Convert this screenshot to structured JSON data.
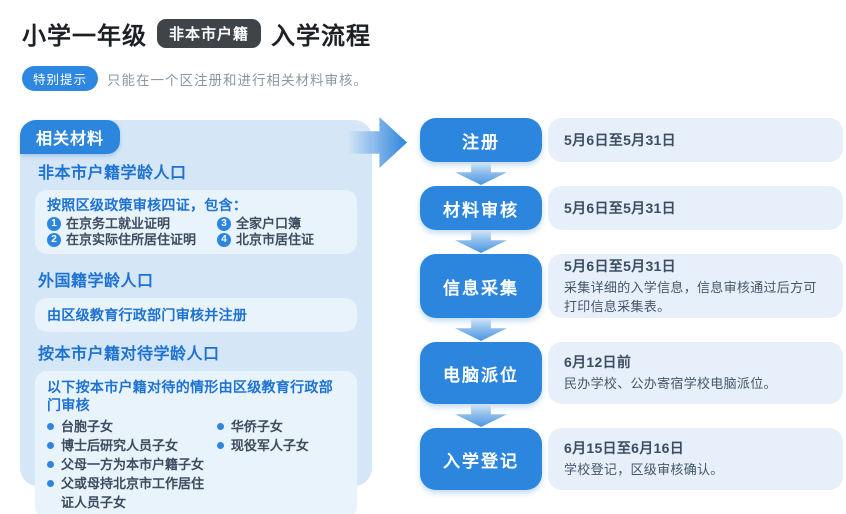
{
  "header": {
    "title_left": "小学一年级",
    "badge": "非本市户籍",
    "title_right": "入学流程",
    "tip_badge": "特别提示",
    "tip_text": "只能在一个区注册和进行相关材料审核。"
  },
  "panel": {
    "tab": "相关材料",
    "section1": {
      "heading": "非本市户籍学龄人口",
      "box_title": "按照区级政策审核四证，包含：",
      "items": [
        {
          "num": "1",
          "text": "在京务工就业证明"
        },
        {
          "num": "3",
          "text": "全家户口簿"
        },
        {
          "num": "2",
          "text": "在京实际住所居住证明"
        },
        {
          "num": "4",
          "text": "北京市居住证"
        }
      ]
    },
    "section2": {
      "heading": "外国籍学龄人口",
      "box_title": "由区级教育行政部门审核并注册"
    },
    "section3": {
      "heading": "按本市户籍对待学龄人口",
      "box_title": "以下按本市户籍对待的情形由区级教育行政部门审核",
      "bullets_left": [
        "台胞子女",
        "博士后研究人员子女",
        "父母一方为本市户籍子女",
        "父或母持北京市工作居住证人员子女"
      ],
      "bullets_right": [
        "华侨子女",
        "现役军人子女"
      ]
    }
  },
  "flow": {
    "steps": [
      {
        "label": "注册",
        "date": "5月6日至5月31日",
        "desc": ""
      },
      {
        "label": "材料审核",
        "date": "5月6日至5月31日",
        "desc": ""
      },
      {
        "label": "信息采集",
        "date": "5月6日至5月31日",
        "desc": "采集详细的入学信息，信息审核通过后方可打印信息采集表。"
      },
      {
        "label": "电脑派位",
        "date": "6月12日前",
        "desc": "民办学校、公办寄宿学校电脑派位。"
      },
      {
        "label": "入学登记",
        "date": "6月15日至6月16日",
        "desc": "学校登记，区级审核确认。"
      }
    ]
  },
  "colors": {
    "accent_blue": "#2d86dd",
    "panel_bg": "#d5e7f7",
    "sub_box_bg": "#e9f3fc",
    "row_bg": "#e6effa",
    "heading_blue": "#1d72d2",
    "dark_text": "#3c4b5d",
    "badge_dark": "#3f4449"
  }
}
